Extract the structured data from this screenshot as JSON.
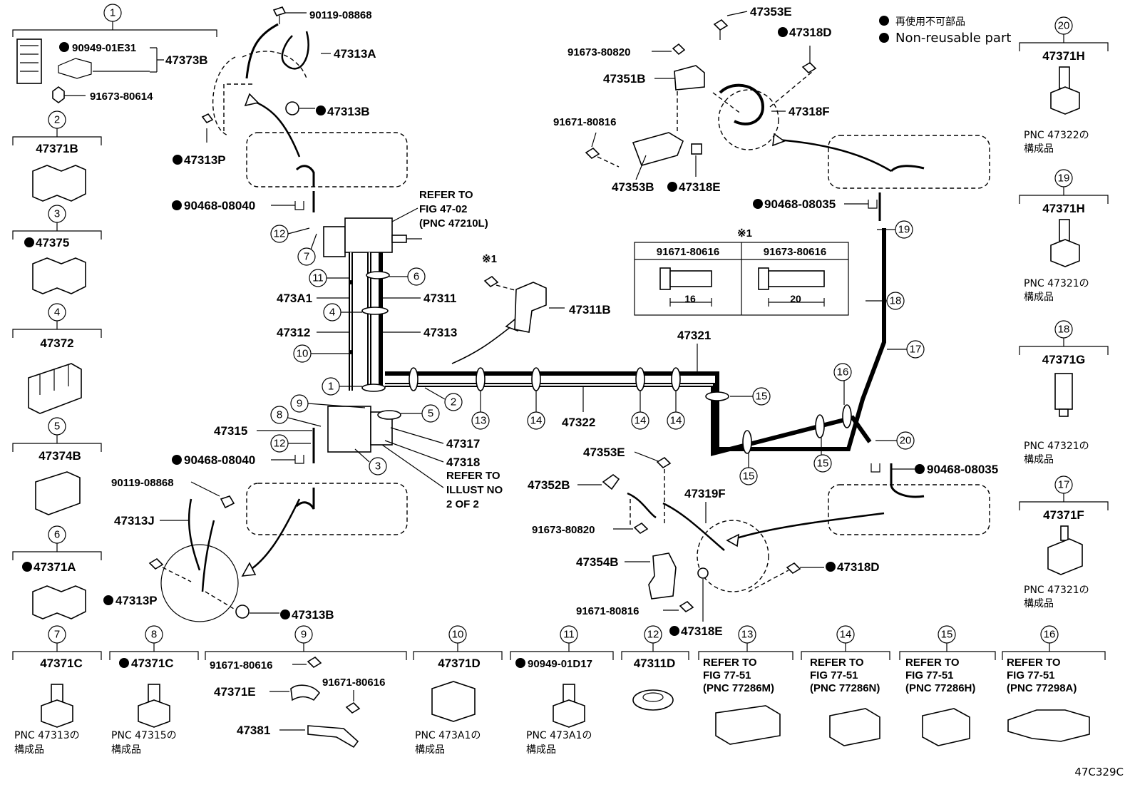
{
  "legend": {
    "text_jp": "再使用不可部品",
    "text_en": "Non-reusable part"
  },
  "figure_id": "47C329C",
  "left_column": [
    {
      "num": "1",
      "pn": "47373B",
      "extra": [
        "90949-01E31",
        "91673-80614"
      ]
    },
    {
      "num": "2",
      "pn": "47371B"
    },
    {
      "num": "3",
      "pn": "47375"
    },
    {
      "num": "4",
      "pn": "47372"
    },
    {
      "num": "5",
      "pn": "47374B"
    },
    {
      "num": "6",
      "pn": "47371A"
    }
  ],
  "bottom_row": [
    {
      "num": "7",
      "pn": "47371C",
      "note1": "PNC 47313の",
      "note2": "構成品"
    },
    {
      "num": "8",
      "pn": "47371C",
      "note1": "PNC 47315の",
      "note2": "構成品"
    },
    {
      "num": "9",
      "pn": "91671-80616",
      "extra": [
        "47371E",
        "91671-80616",
        "47381"
      ]
    },
    {
      "num": "10",
      "pn": "47371D",
      "note1": "PNC 473A1の",
      "note2": "構成品"
    },
    {
      "num": "11",
      "pn": "90949-01D17",
      "note1": "PNC 473A1の",
      "note2": "構成品"
    },
    {
      "num": "12",
      "pn": "47311D"
    },
    {
      "num": "13",
      "ref": [
        "REFER TO",
        "FIG 77-51",
        "(PNC 77286M)"
      ]
    },
    {
      "num": "14",
      "ref": [
        "REFER TO",
        "FIG 77-51",
        "(PNC 77286N)"
      ]
    },
    {
      "num": "15",
      "ref": [
        "REFER TO",
        "FIG 77-51",
        "(PNC 77286H)"
      ]
    },
    {
      "num": "16",
      "ref": [
        "REFER TO",
        "FIG 77-51",
        "(PNC 77298A)"
      ]
    }
  ],
  "right_column": [
    {
      "num": "20",
      "pn": "47371H",
      "note1": "PNC 47322の",
      "note2": "構成品"
    },
    {
      "num": "19",
      "pn": "47371H",
      "note1": "PNC 47321の",
      "note2": "構成品"
    },
    {
      "num": "18",
      "pn": "47371G",
      "note1": "PNC 47321の",
      "note2": "構成品"
    },
    {
      "num": "17",
      "pn": "47371F",
      "note1": "PNC 47321の",
      "note2": "構成品"
    }
  ],
  "callouts": {
    "p90119_top": "90119-08868",
    "p47313A": "47313A",
    "p47313B_top": "47313B",
    "p47313P_top": "47313P",
    "p90468_a": "90468-08040",
    "refer_1": "REFER TO",
    "refer_2": "FIG 47-02",
    "refer_3": "(PNC 47210L)",
    "p473A1": "473A1",
    "p47311": "47311",
    "p47312": "47312",
    "p47313": "47313",
    "p47315": "47315",
    "p90468_b": "90468-08040",
    "p47317": "47317",
    "p47318": "47318",
    "refer2_1": "REFER TO",
    "refer2_2": "ILLUST NO",
    "refer2_3": "2 OF 2",
    "p90119_bot": "90119-08868",
    "p47313J": "47313J",
    "p47313P_bot": "47313P",
    "p47313B_bot": "47313B",
    "p47311B": "47311B",
    "mark1": "※1",
    "p47321": "47321",
    "p47322": "47322",
    "p47353E_top": "47353E",
    "p47318D_top": "47318D",
    "p91673_80820_top": "91673-80820",
    "p47351B": "47351B",
    "p47318F": "47318F",
    "p91671_80816_top": "91671-80816",
    "p47353B": "47353B",
    "p47318E_top": "47318E",
    "p90468_c": "90468-08035",
    "p90468_d": "90468-08035",
    "p47353E_bot": "47353E",
    "p47352B": "47352B",
    "p47319F": "47319F",
    "p91673_80820_bot": "91673-80820",
    "p47354B": "47354B",
    "p47318D_bot": "47318D",
    "p91671_80816_bot": "91671-80816",
    "p47318E_bot": "47318E"
  },
  "bolt_table": {
    "mark": "※1",
    "col1": "91671-80616",
    "col2": "91673-80616",
    "dim1": "16",
    "dim2": "20"
  },
  "diagram_numbers": {
    "n1": "1",
    "n2": "2",
    "n3": "3",
    "n4": "4",
    "n5": "5",
    "n6": "6",
    "n7": "7",
    "n8": "8",
    "n9": "9",
    "n10": "10",
    "n11": "11",
    "n12a": "12",
    "n12b": "12",
    "n13": "13",
    "n14a": "14",
    "n14b": "14",
    "n14c": "14",
    "n15a": "15",
    "n15b": "15",
    "n15c": "15",
    "n16": "16",
    "n17": "17",
    "n18": "18",
    "n19": "19",
    "n20": "20"
  }
}
